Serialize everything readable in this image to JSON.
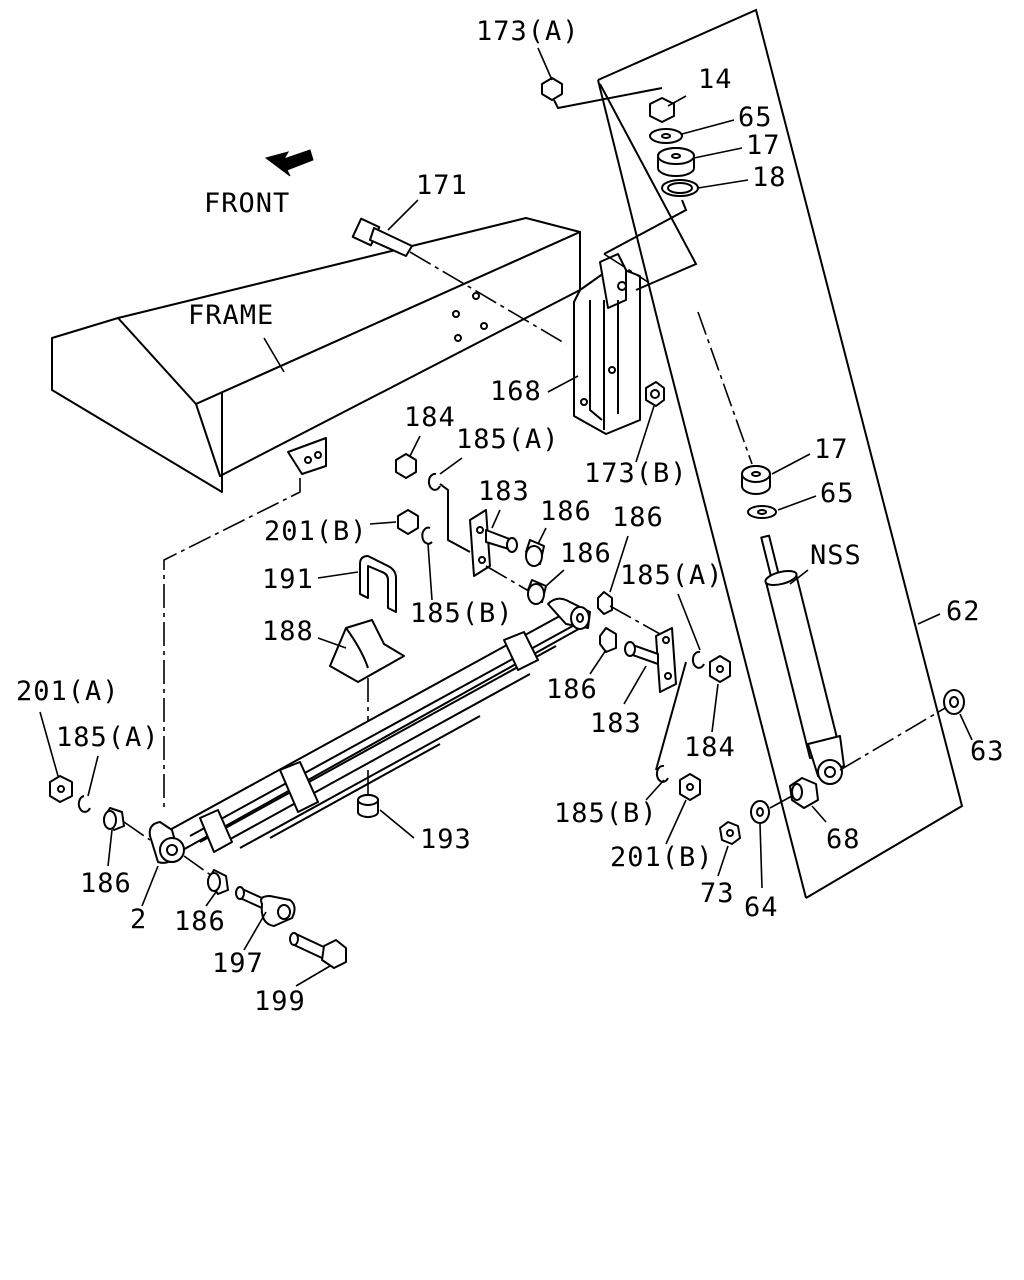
{
  "labels": {
    "front": "FRONT",
    "frame": "FRAME",
    "nss": "NSS",
    "p2": "2",
    "p14": "14",
    "p17_top": "17",
    "p17_low": "17",
    "p18": "18",
    "p62": "62",
    "p63": "63",
    "p64": "64",
    "p65_top": "65",
    "p65_low": "65",
    "p68": "68",
    "p73": "73",
    "p168": "168",
    "p171": "171",
    "p173a": "173(A)",
    "p173b": "173(B)",
    "p183_up": "183",
    "p183_low": "183",
    "p184_up": "184",
    "p184_low": "184",
    "p185a_up": "185(A)",
    "p185a_right": "185(A)",
    "p185a_left": "185(A)",
    "p185b_mid": "185(B)",
    "p185b_low": "185(B)",
    "p186_a": "186",
    "p186_b": "186",
    "p186_c": "186",
    "p186_d": "186",
    "p186_left": "186",
    "p186_bottom": "186",
    "p188": "188",
    "p191": "191",
    "p193": "193",
    "p197": "197",
    "p199": "199",
    "p201a": "201(A)",
    "p201b_up": "201(B)",
    "p201b_low": "201(B)"
  }
}
